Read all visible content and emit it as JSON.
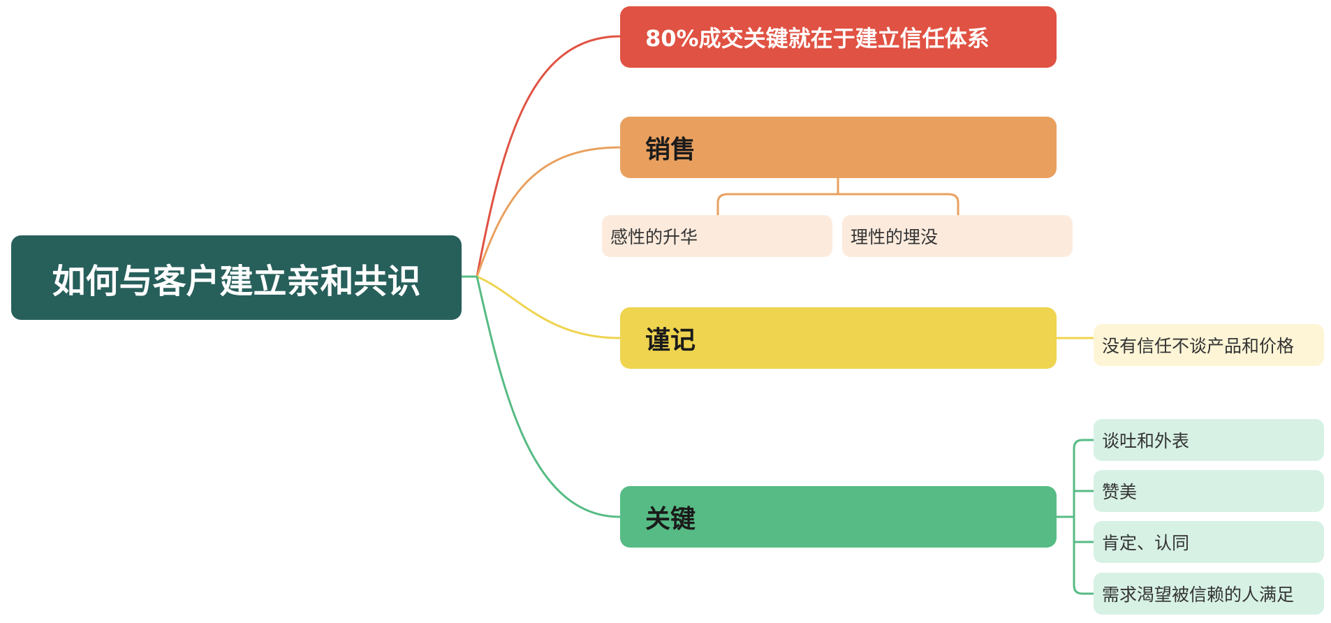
{
  "root": {
    "label": "如何与客户建立亲和共识"
  },
  "branches": [
    {
      "label": "80%成交关键就在于建立信任体系",
      "color": "#e05243",
      "children": []
    },
    {
      "label": "销售",
      "color": "#e9a05e",
      "children": [
        "感性的升华",
        "理性的埋没"
      ]
    },
    {
      "label": "谨记",
      "color": "#efd44f",
      "children": [
        "没有信任不谈产品和价格"
      ]
    },
    {
      "label": "关键",
      "color": "#56bb84",
      "children": [
        "谈吐和外表",
        "赞美",
        "肯定、认同",
        "需求渴望被信赖的人满足"
      ]
    }
  ]
}
